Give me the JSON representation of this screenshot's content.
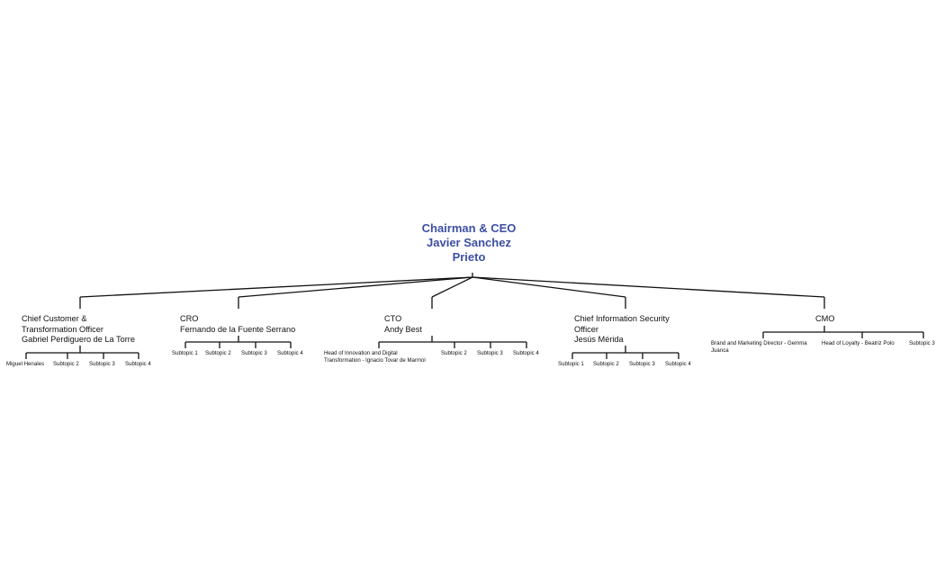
{
  "root": {
    "lines": [
      "Chairman & CEO",
      "Javier Sanchez",
      "Prieto"
    ],
    "color": "#3d4fa4"
  },
  "branches": [
    {
      "lines": [
        "Chief Customer &",
        "Transformation Officer",
        "Gabriel Perdiguero de La Torre"
      ],
      "children": [
        [
          "Miguel Henales"
        ],
        [
          "Subtopic 2"
        ],
        [
          "Subtopic 3"
        ],
        [
          "Subtopic 4"
        ]
      ]
    },
    {
      "lines": [
        "CRO",
        "Fernando de la Fuente Serrano"
      ],
      "children": [
        [
          "Subtopic 1"
        ],
        [
          "Subtopic 2"
        ],
        [
          "Subtopic 3"
        ],
        [
          "Subtopic 4"
        ]
      ]
    },
    {
      "lines": [
        "CTO",
        "Andy Best"
      ],
      "children": [
        [
          "Head of Innovation and Digital",
          "Transformation - Ignacio Tovar de Marmol"
        ],
        [
          "Subtopic 2"
        ],
        [
          "Subtopic 3"
        ],
        [
          "Subtopic 4"
        ]
      ]
    },
    {
      "lines": [
        "Chief Information Security",
        "Officer",
        "Jesús Mérida"
      ],
      "children": [
        [
          "Subtopic 1"
        ],
        [
          "Subtopic 2"
        ],
        [
          "Subtopic 3"
        ],
        [
          "Subtopic 4"
        ]
      ]
    },
    {
      "lines": [
        "CMO"
      ],
      "children": [
        [
          "Brand and Marketing Director - Gemma",
          "Juanca"
        ],
        [
          "Head of Loyalty - Beatriz Polo"
        ],
        [
          "Subtopic 3"
        ]
      ]
    }
  ]
}
